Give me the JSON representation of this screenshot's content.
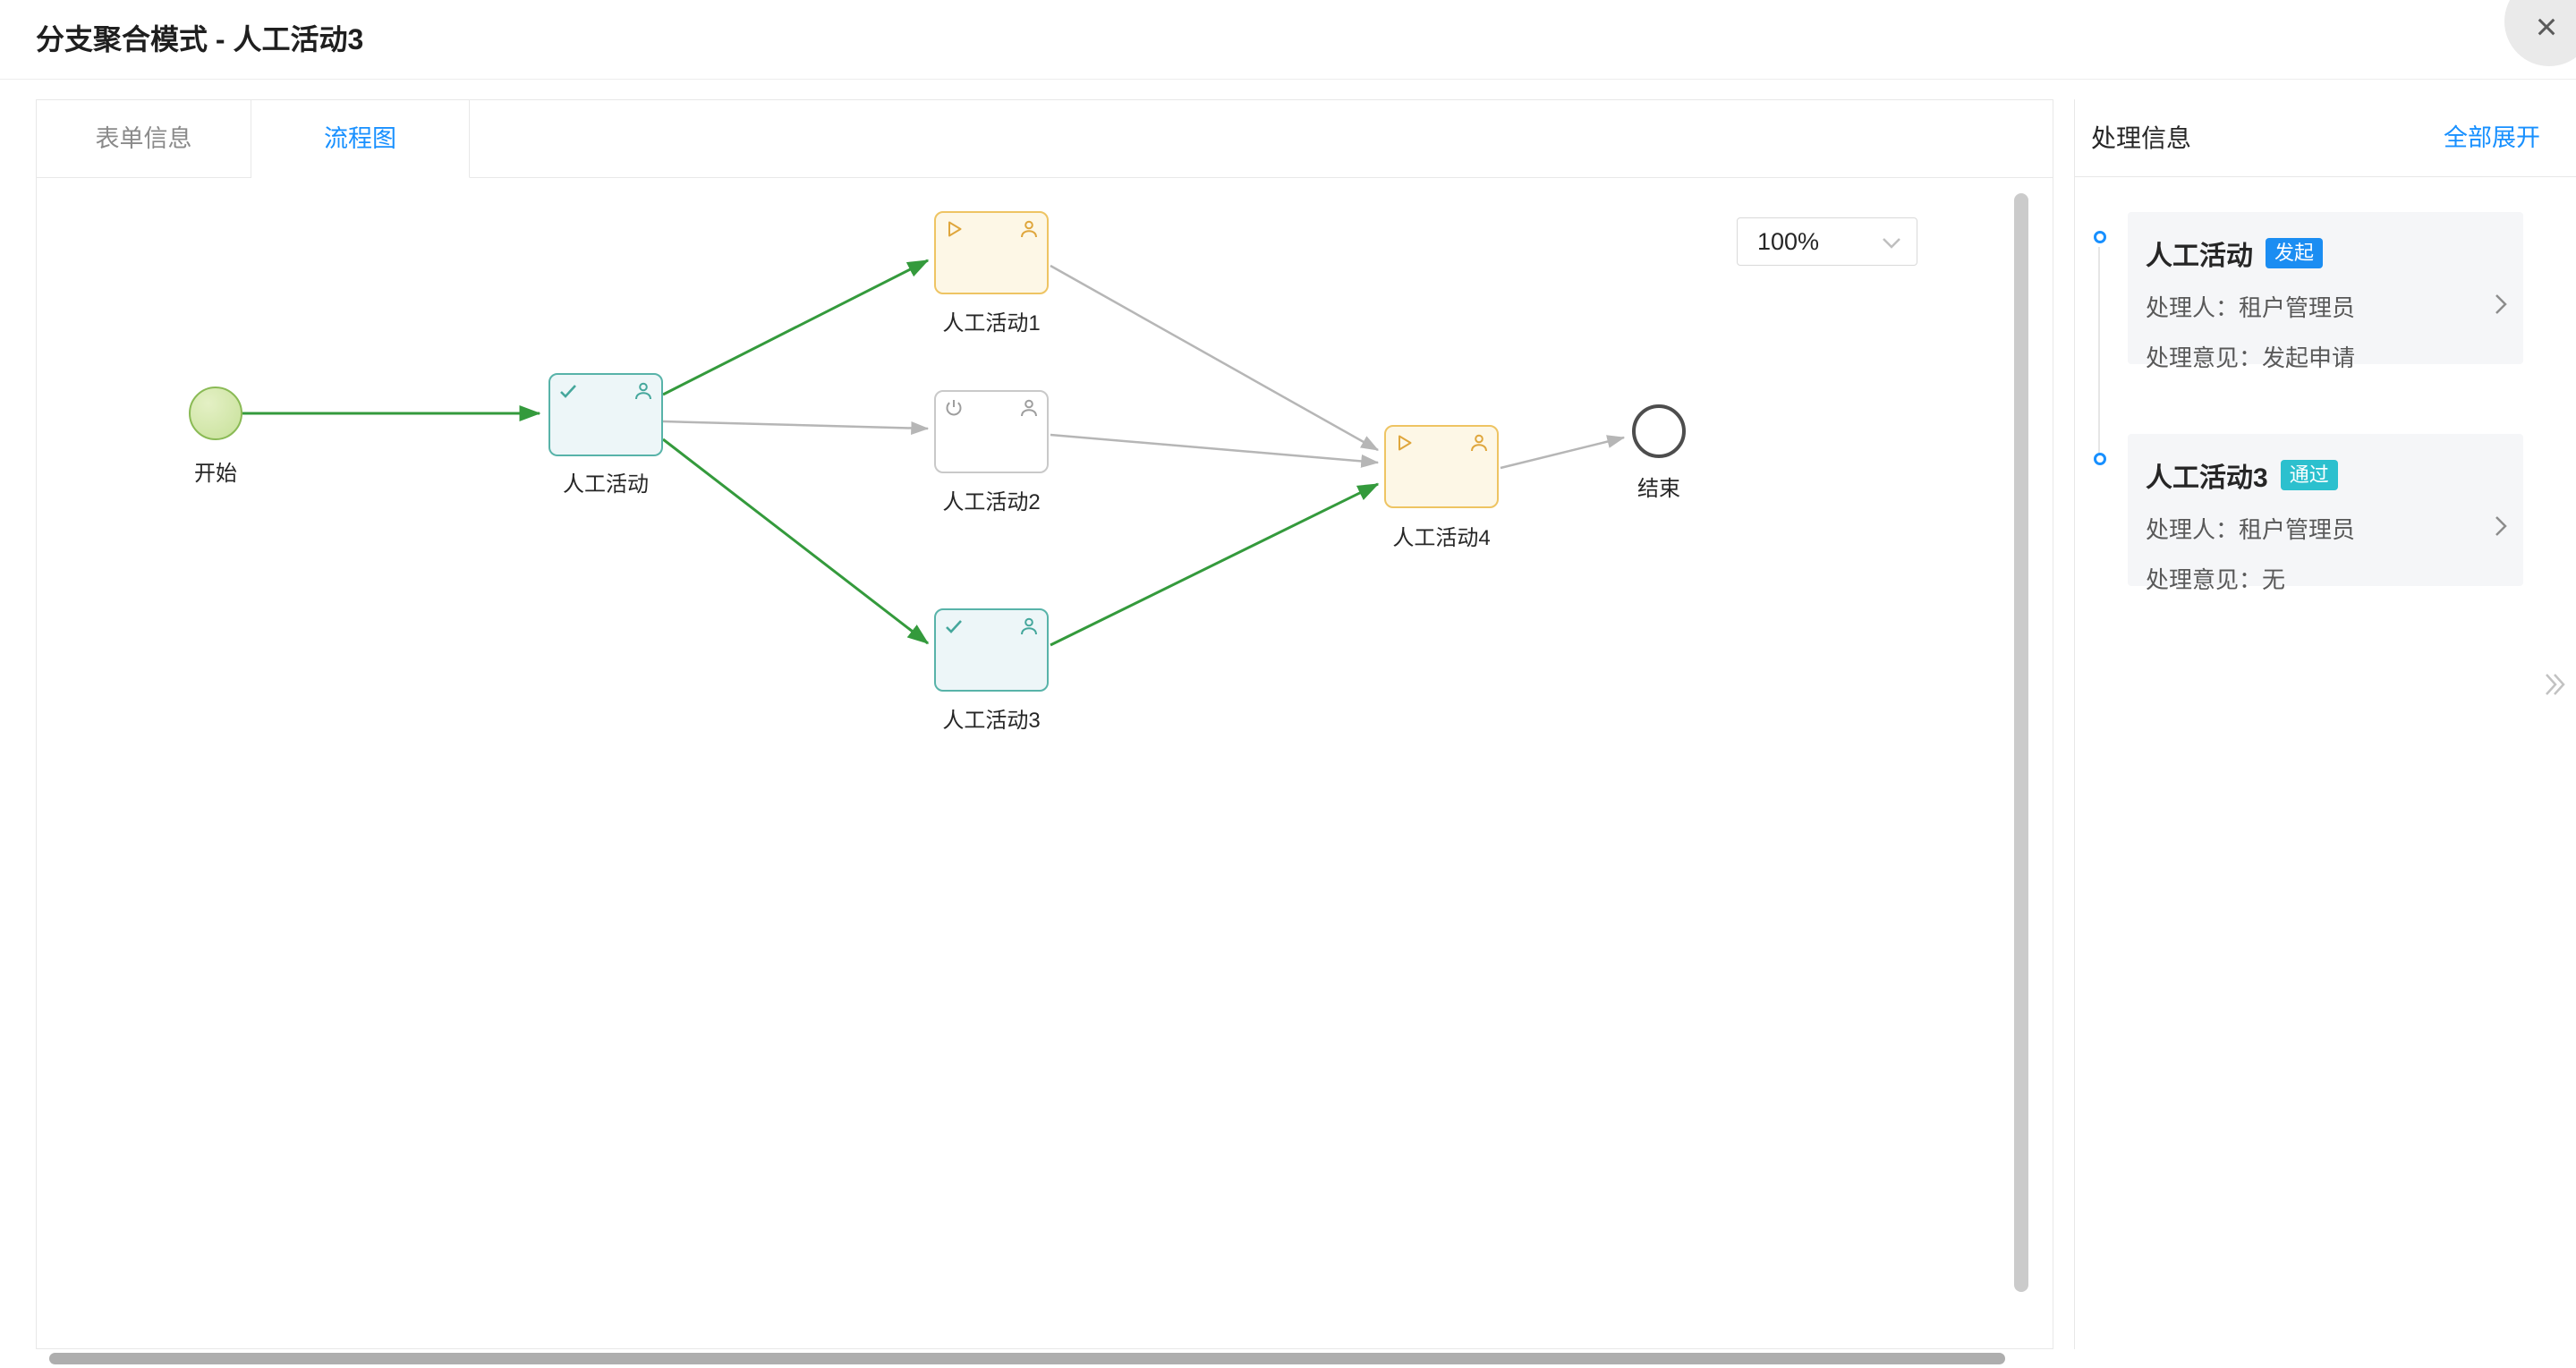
{
  "window": {
    "title": "分支聚合模式 - 人工活动3",
    "close_icon": "×"
  },
  "tabs": [
    {
      "label": "表单信息",
      "active": false
    },
    {
      "label": "流程图",
      "active": true
    }
  ],
  "flow": {
    "zoom_value": "100%",
    "nodes": [
      {
        "id": "start",
        "type": "start-event",
        "label": "开始",
        "status": "completed"
      },
      {
        "id": "task",
        "type": "user-task",
        "label": "人工活动",
        "status": "completed"
      },
      {
        "id": "task1",
        "type": "user-task",
        "label": "人工活动1",
        "status": "in-progress"
      },
      {
        "id": "task2",
        "type": "user-task",
        "label": "人工活动2",
        "status": "not-started"
      },
      {
        "id": "task3",
        "type": "user-task",
        "label": "人工活动3",
        "status": "completed"
      },
      {
        "id": "task4",
        "type": "user-task",
        "label": "人工活动4",
        "status": "in-progress"
      },
      {
        "id": "end",
        "type": "end-event",
        "label": "结束",
        "status": "not-started"
      }
    ],
    "edges": [
      {
        "from": "开始",
        "to": "人工活动",
        "status": "completed"
      },
      {
        "from": "人工活动",
        "to": "人工活动1",
        "status": "completed"
      },
      {
        "from": "人工活动",
        "to": "人工活动2",
        "status": "not-started"
      },
      {
        "from": "人工活动",
        "to": "人工活动3",
        "status": "completed"
      },
      {
        "from": "人工活动1",
        "to": "人工活动4",
        "status": "not-started"
      },
      {
        "from": "人工活动2",
        "to": "人工活动4",
        "status": "not-started"
      },
      {
        "from": "人工活动3",
        "to": "人工活动4",
        "status": "completed"
      },
      {
        "from": "人工活动4",
        "to": "结束",
        "status": "not-started"
      }
    ],
    "colors": {
      "completed_edge": "#349a3c",
      "pending_edge": "#b6b6b6",
      "completed_node_border": "#58b3a9",
      "completed_node_bg": "#edf6f8",
      "in_progress_node_border": "#eec463",
      "in_progress_node_bg": "#fdf7e6",
      "not_started_node_border": "#c9c9c9",
      "start_fill": "#c7e199",
      "start_border": "#8aba55"
    }
  },
  "panel": {
    "title": "处理信息",
    "expand_all_label": "全部展开",
    "entries": [
      {
        "title": "人工活动",
        "badge": "发起",
        "badge_color": "#1b8df2",
        "handler_label": "处理人：",
        "handler_value": "租户管理员",
        "opinion_label": "处理意见：",
        "opinion_value": "发起申请"
      },
      {
        "title": "人工活动3",
        "badge": "通过",
        "badge_color": "#2cc0ce",
        "handler_label": "处理人：",
        "handler_value": "租户管理员",
        "opinion_label": "处理意见：",
        "opinion_value": "无"
      }
    ]
  }
}
